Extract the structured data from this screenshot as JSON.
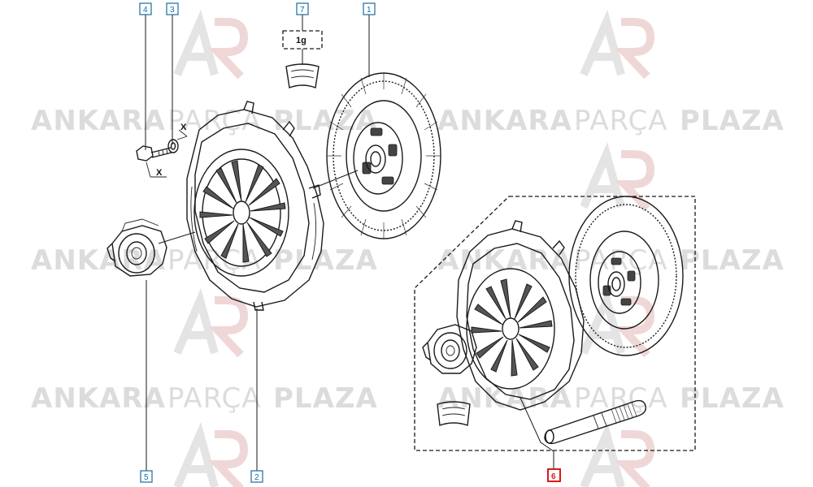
{
  "watermark": {
    "word1": "ANKARA",
    "word2": "PARÇA",
    "word3": "PLAZA"
  },
  "callouts": [
    {
      "id": "c1",
      "label": "1",
      "highlight": false
    },
    {
      "id": "c2",
      "label": "2",
      "highlight": false
    },
    {
      "id": "c3",
      "label": "3",
      "highlight": false
    },
    {
      "id": "c4",
      "label": "4",
      "highlight": false
    },
    {
      "id": "c5",
      "label": "5",
      "highlight": false
    },
    {
      "id": "c6",
      "label": "6",
      "highlight": true
    },
    {
      "id": "c7",
      "label": "7",
      "highlight": false
    }
  ],
  "grease_quantity": "1g",
  "x_marks": [
    "X",
    "X"
  ],
  "colors": {
    "callout_blue": "#1a6aa0",
    "callout_red": "#d91a1a",
    "watermark_gray": "#dcdcdc"
  }
}
